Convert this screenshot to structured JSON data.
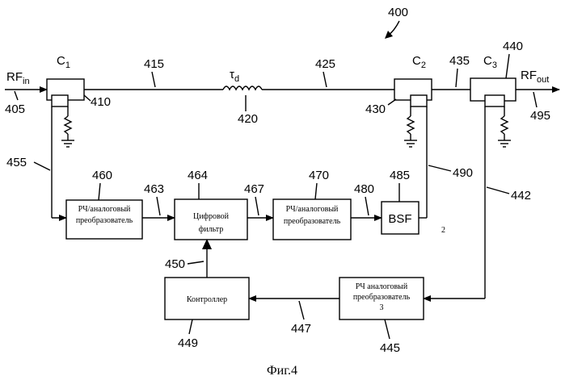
{
  "figure_number": "400",
  "caption": "Фиг.4",
  "terminals": {
    "rf_in": {
      "base": "RF",
      "sub": "in"
    },
    "rf_out": {
      "base": "RF",
      "sub": "out"
    }
  },
  "couplers": {
    "c1": {
      "base": "C",
      "sub": "1"
    },
    "c2": {
      "base": "C",
      "sub": "2"
    },
    "c3": {
      "base": "C",
      "sub": "3"
    }
  },
  "delay": {
    "base": "τ",
    "sub": "d"
  },
  "blocks": {
    "conv1": {
      "line1": "РЧ/аналоговый",
      "line2": "преобразователь"
    },
    "digital_filter": {
      "line1": "Цифровой",
      "line2": "фильтр"
    },
    "conv2": {
      "line1": "РЧ/аналоговый",
      "line2": "преобразователь"
    },
    "bsf": {
      "label": "BSF"
    },
    "controller": {
      "label": "Контроллер"
    },
    "conv3": {
      "line1": "РЧ аналоговый",
      "line2": "преобразователь",
      "line3": "3"
    }
  },
  "stray_label": "2",
  "refs": {
    "r405": "405",
    "r410": "410",
    "r415": "415",
    "r420": "420",
    "r425": "425",
    "r430": "430",
    "r435": "435",
    "r440": "440",
    "r442": "442",
    "r445": "445",
    "r447": "447",
    "r449": "449",
    "r450": "450",
    "r455": "455",
    "r460": "460",
    "r463": "463",
    "r464": "464",
    "r467": "467",
    "r470": "470",
    "r480": "480",
    "r485": "485",
    "r490": "490",
    "r495": "495"
  }
}
